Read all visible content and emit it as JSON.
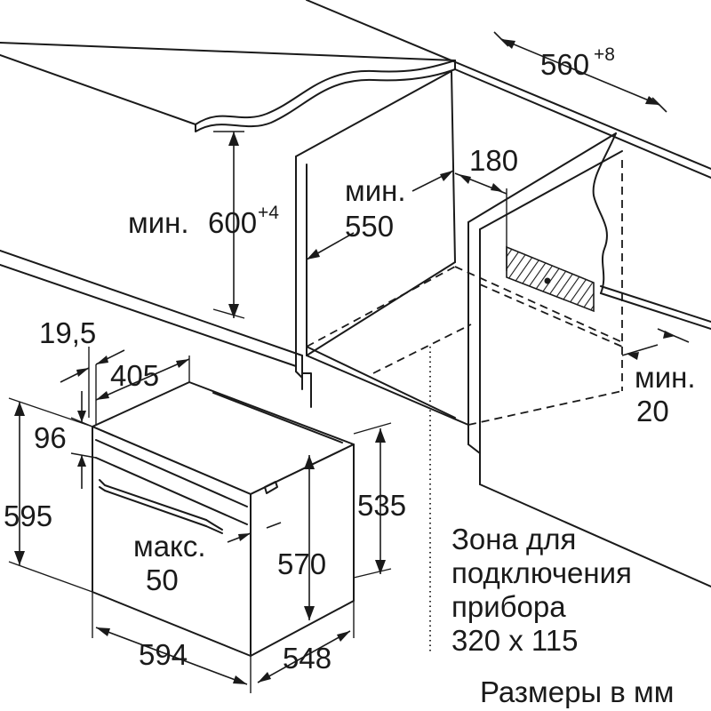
{
  "dimensions": {
    "niche_width": "560",
    "niche_width_tolerance": "+8",
    "niche_height_prefix": "мин.",
    "niche_height": "600",
    "niche_height_tolerance": "+4",
    "niche_depth_prefix": "мин.",
    "niche_depth": "550",
    "connection_offset": "180",
    "side_gap_prefix": "мин.",
    "side_gap": "20",
    "front_panel_depth": "19,5",
    "oven_inner_depth": "405",
    "top_offset": "96",
    "oven_height": "595",
    "oven_body_height": "535",
    "oven_inner_height": "570",
    "handle_prefix": "макс.",
    "handle_depth": "50",
    "oven_width": "594",
    "oven_depth": "548"
  },
  "connection_zone": {
    "line1": "Зона для",
    "line2": "подключения",
    "line3": "прибора",
    "line4": "320 x 115"
  },
  "units_note": "Размеры в мм"
}
